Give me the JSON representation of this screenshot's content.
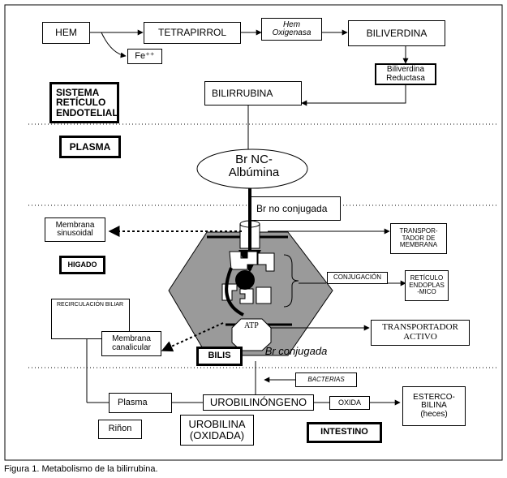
{
  "nodes": {
    "hem": "HEM",
    "tetrapirrol": "TETRAPIRROL",
    "hem_oxigenasa": "Hem Oxigenasa",
    "biliverdina": "BILIVERDINA",
    "fe": "Fe⁺⁺",
    "biliverdina_reductasa": "Biliverdina Reductasa",
    "sistema_ret": "SISTEMA RETÍCULO ENDOTELIAL",
    "bilirrubina": "BILIRRUBINA",
    "plasma_region": "PLASMA",
    "br_nc_albumina": "Br NC- Albúmina",
    "br_no_conjugada": "Br no conjugada",
    "membrana_sinusoidal": "Membrana sinusoidal",
    "transportador_membrana": "TRANSPOR- TADOR DE MEMBRANA",
    "higado": "HIGADO",
    "conjugacion": "CONJUGACIÓN",
    "reticulo_endoplasmico": "RETÍCULO ENDOPLAS -MICO",
    "recirculacion_biliar": "RECIRCULACIÓN BILIAR",
    "atp": "ATP",
    "transportador_activo": "TRANSPORTADOR ACTIVO",
    "membrana_canalicular": "Membrana canalicular",
    "bilis": "BILIS",
    "br_conjugada": "Br conjugada",
    "bacterias": "BACTERIAS",
    "plasma_box": "Plasma",
    "urobilinogeno": "UROBILINÓNGENO",
    "oxida": "OXIDA",
    "estercobilina": "ESTERCO- BILINA (heces)",
    "rinon": "Riñon",
    "urobilina": "UROBILINA (OXIDADA)",
    "intestino": "INTESTINO"
  },
  "caption": "Figura 1. Metabolismo de la bilirrubina."
}
